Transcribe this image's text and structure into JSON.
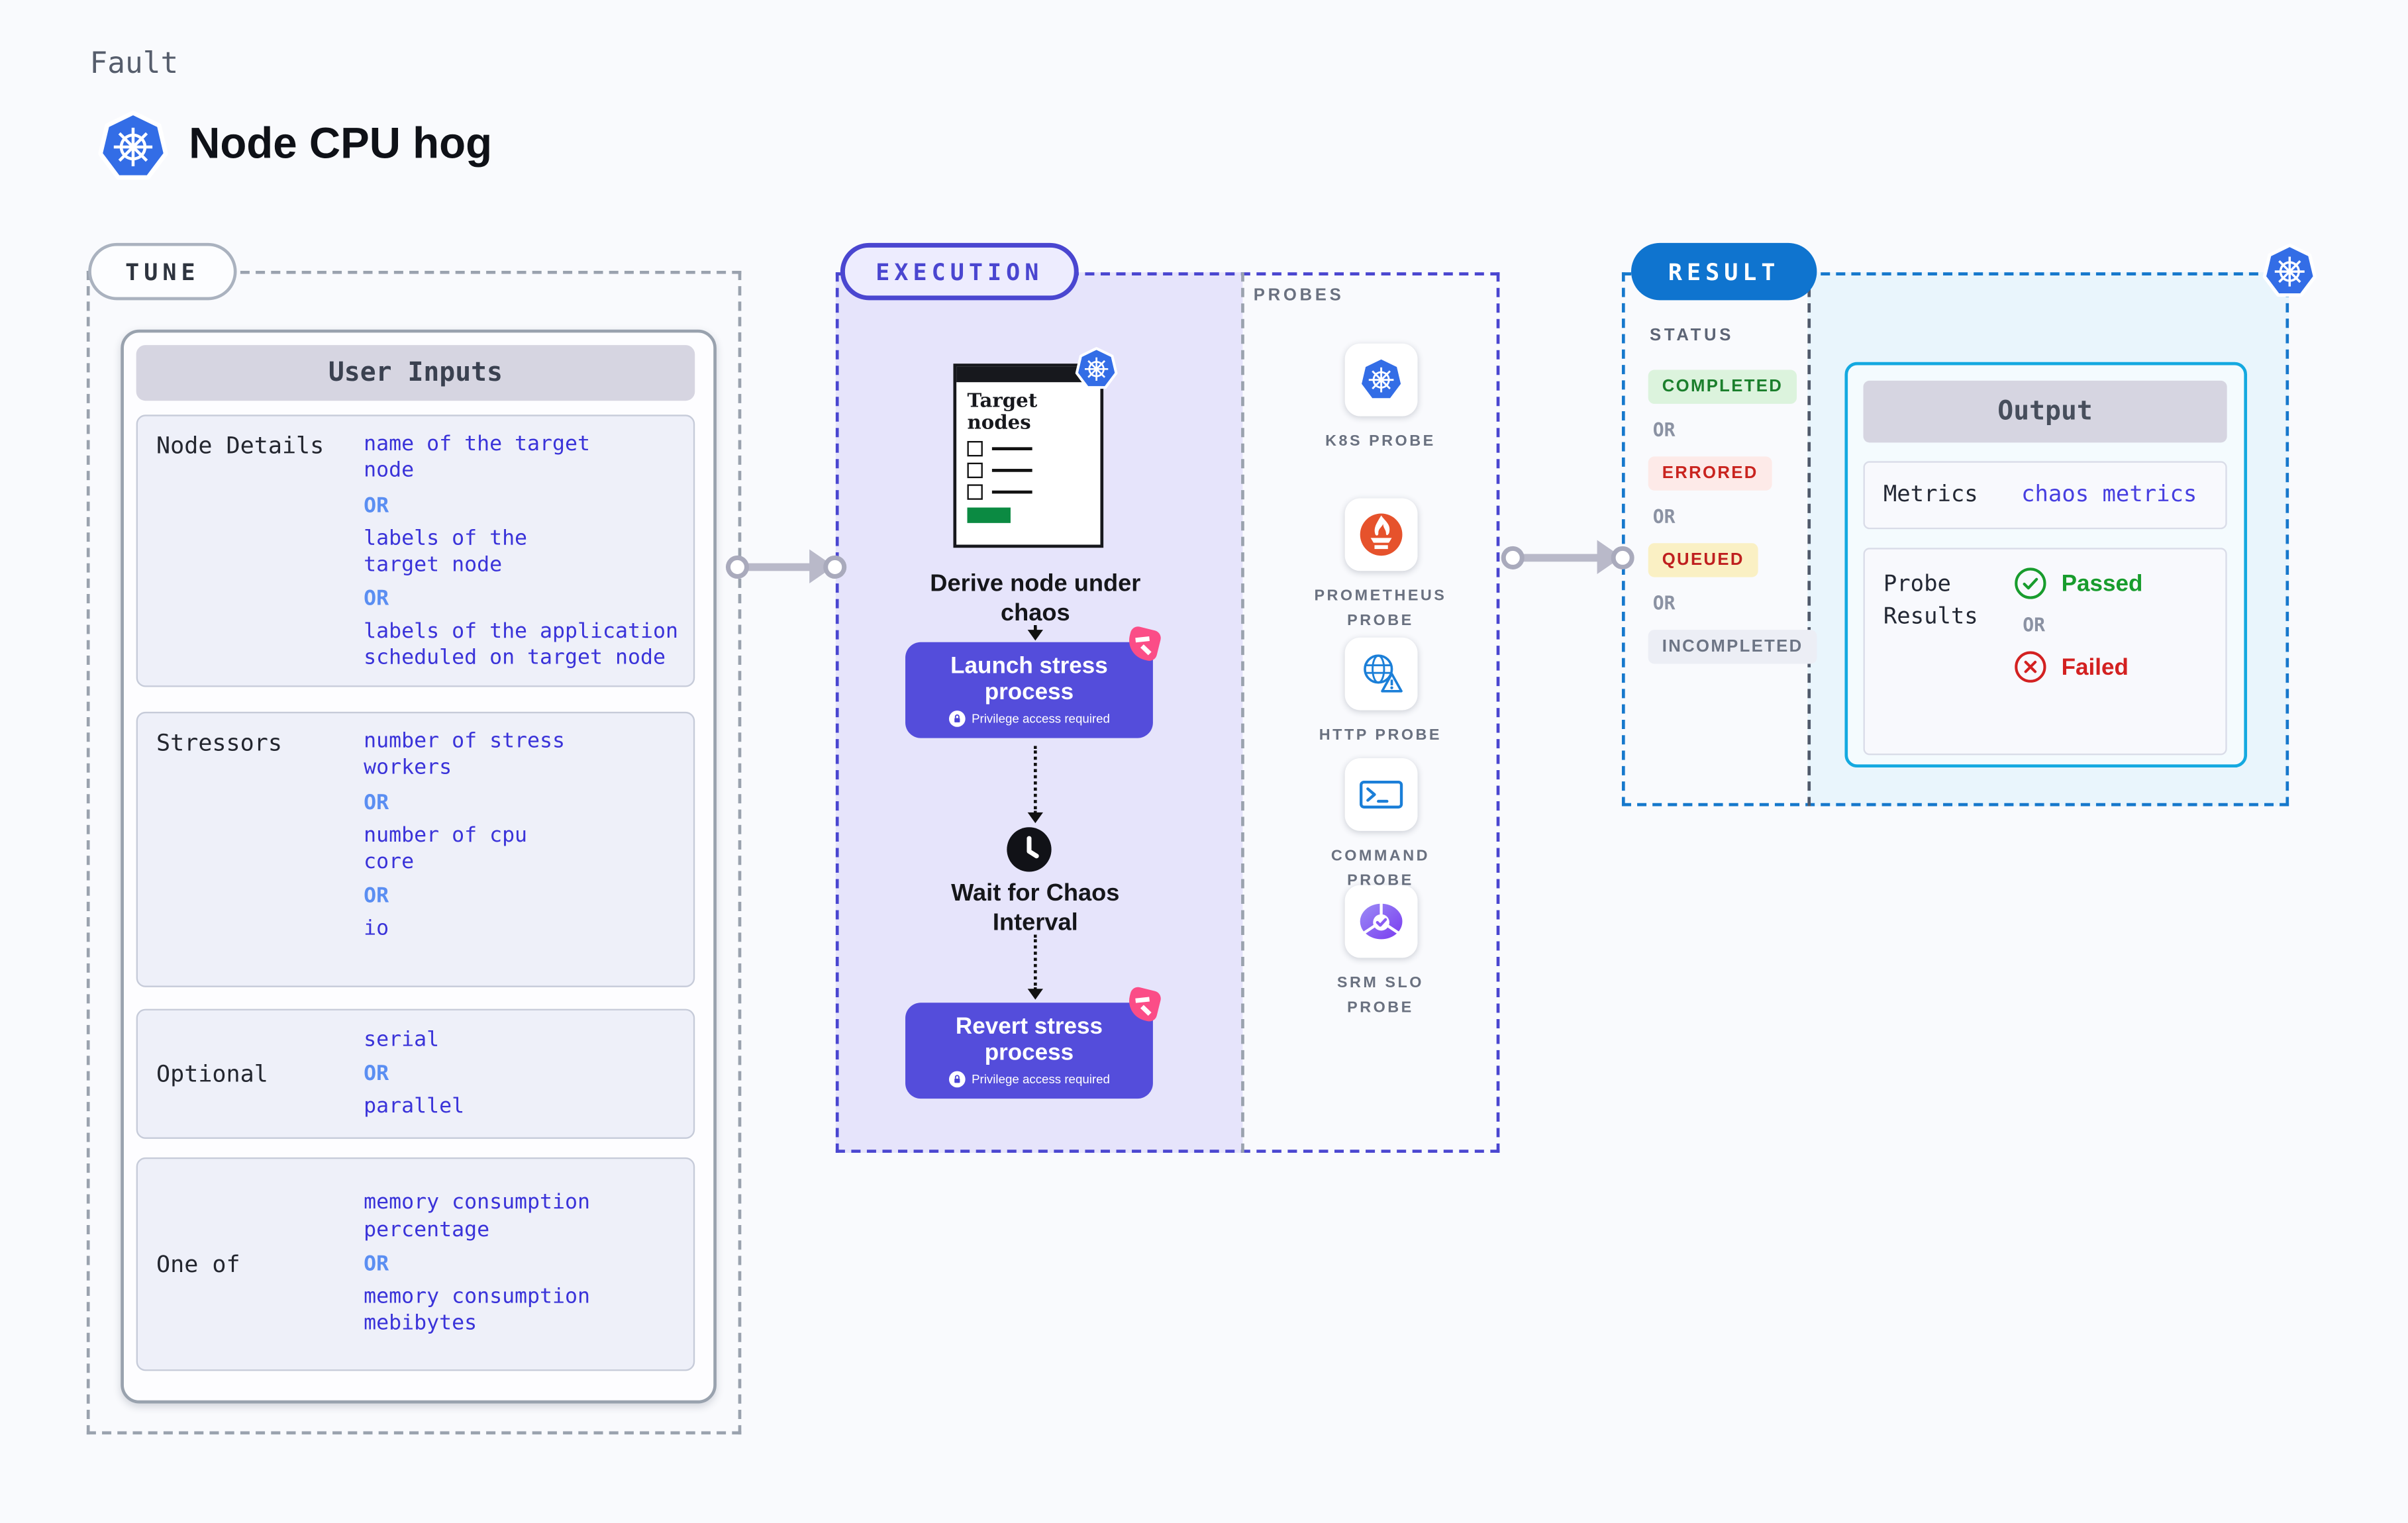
{
  "page": {
    "category_label": "Fault",
    "title": "Node CPU hog"
  },
  "tune": {
    "badge": "TUNE",
    "panel_title": "User Inputs",
    "or_label": "OR",
    "rows": [
      {
        "label": "Node Details",
        "options": [
          "name of the target\nnode",
          "labels of the\ntarget node",
          "labels of the application\n scheduled on target node"
        ]
      },
      {
        "label": "Stressors",
        "options": [
          "number of stress\nworkers",
          "number of cpu\ncore",
          "io"
        ]
      },
      {
        "label": "Optional",
        "options": [
          "serial",
          "parallel"
        ]
      },
      {
        "label": "One of",
        "options": [
          "memory consumption\npercentage",
          "memory consumption\nmebibytes"
        ]
      }
    ]
  },
  "execution": {
    "badge": "EXECUTION",
    "window_title": "Target\nnodes",
    "derive_caption": "Derive node under\nchaos",
    "launch_label": "Launch stress\nprocess",
    "privilege_note": "Privilege access required",
    "wait_caption": "Wait for Chaos\nInterval",
    "revert_label": "Revert stress\nprocess"
  },
  "probes": {
    "title": "PROBES",
    "items": [
      {
        "label": "K8S PROBE",
        "icon": "kubernetes-icon"
      },
      {
        "label": "PROMETHEUS\nPROBE",
        "icon": "prometheus-icon"
      },
      {
        "label": "HTTP PROBE",
        "icon": "globe-warning-icon"
      },
      {
        "label": "COMMAND\nPROBE",
        "icon": "terminal-icon"
      },
      {
        "label": "SRM SLO\nPROBE",
        "icon": "slo-donut-check-icon"
      }
    ]
  },
  "result": {
    "badge": "RESULT",
    "status_title": "STATUS",
    "or_label": "OR",
    "statuses": [
      "COMPLETED",
      "ERRORED",
      "QUEUED",
      "INCOMPLETED"
    ],
    "output": {
      "title": "Output",
      "metrics_label": "Metrics",
      "metrics_value": "chaos metrics",
      "probe_results_label": "Probe\nResults",
      "passed_label": "Passed",
      "or_label": "OR",
      "failed_label": "Failed"
    }
  },
  "colors": {
    "page_background": "#f9fafd",
    "indigo_accent": "#4a46d0",
    "button_indigo": "#544ddb",
    "result_blue": "#0f74cf",
    "output_border_cyan": "#14a9e0",
    "value_text_indigo": "#3a33d9",
    "or_blue": "#5a8ef2",
    "completed_green": "#1b7f2c",
    "errored_red": "#c9241f",
    "queued_yellow_bg": "#faf0c4",
    "passed_green": "#189c2d",
    "failed_red": "#d32121",
    "kubernetes_blue": "#336de6",
    "prometheus_orange": "#e6522c",
    "pink_badge": "#fb4d87",
    "execution_lavender": "#e6e4fb",
    "result_lightblue": "#e9f5fc"
  }
}
